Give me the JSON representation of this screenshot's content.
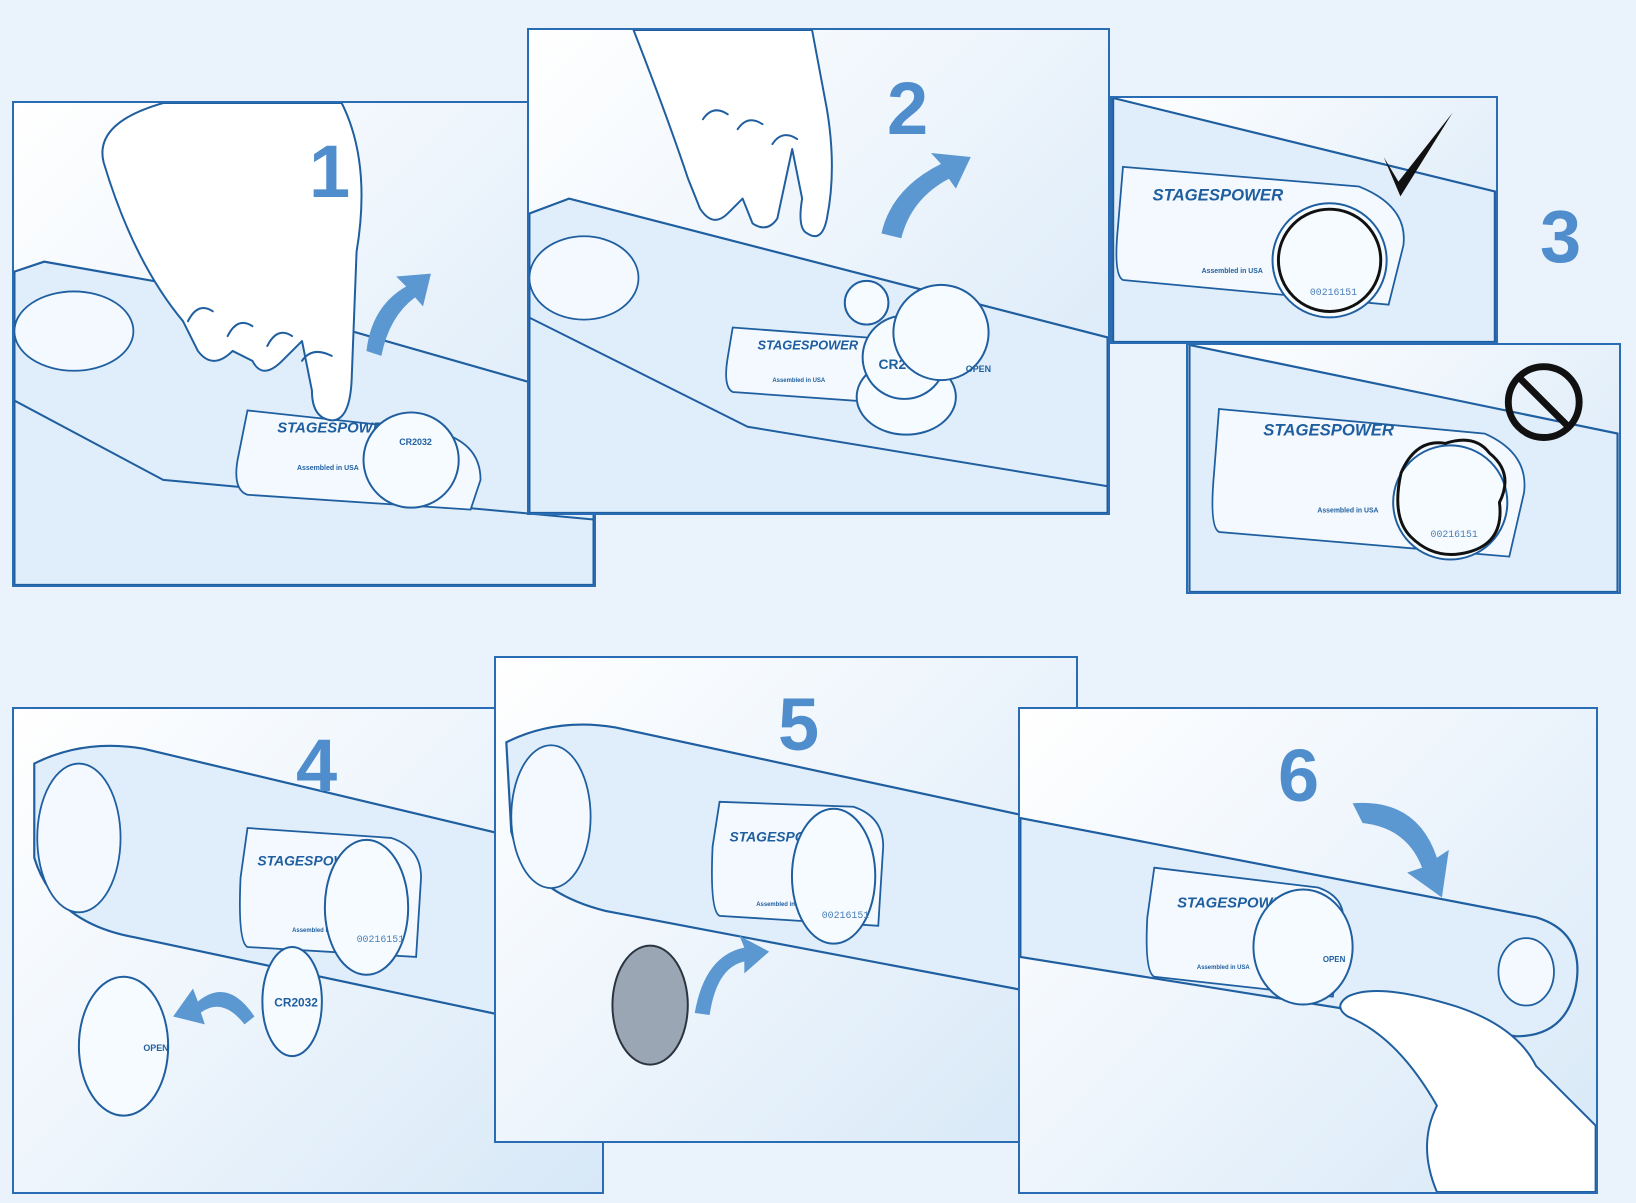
{
  "steps": [
    {
      "number": "1"
    },
    {
      "number": "2"
    },
    {
      "number": "3"
    },
    {
      "number": "4"
    },
    {
      "number": "5"
    },
    {
      "number": "6"
    }
  ],
  "label": {
    "brand_stages": "STAGES",
    "brand_power": "POWER",
    "assembled": "Assembled in USA",
    "serial": "00216151",
    "battery": "CR2032",
    "open": "OPEN"
  },
  "icons": {
    "correct": "check-mark-icon",
    "incorrect": "prohibited-icon"
  },
  "colors": {
    "line": "#1f5e9f",
    "number": "#4f8dcc",
    "background": "#eaf3fb",
    "panel_border": "#2a6cb3"
  }
}
